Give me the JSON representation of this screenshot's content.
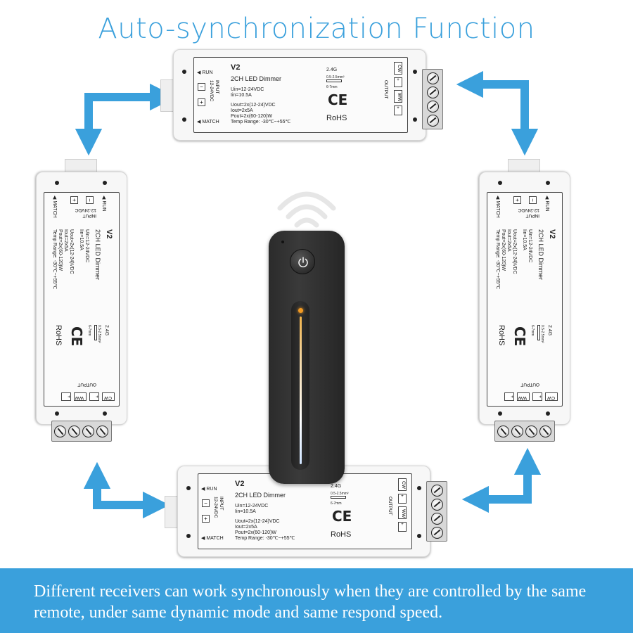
{
  "title": "Auto-synchronization Function",
  "module": {
    "model": "V2",
    "name": "2CH LED Dimmer",
    "uin": "Uin=12-24VDC",
    "iin": "Iin=10.5A",
    "uout": "Uout=2x(12-24)VDC",
    "iout": "Iout=2x5A",
    "pout": "Pout=2x(60-120)W",
    "temp": "Temp Range: -30℃~+55℃",
    "freq": "2.4G",
    "wire_spec": "0.5-2.5mm²",
    "strip_len": "6-7mm",
    "ce": "CE",
    "rohs": "RoHS",
    "run": "RUN",
    "match": "MATCH",
    "input": "INPUT",
    "input_volt": "12-24VDC",
    "output": "OUTPUT",
    "plus": "+",
    "minus": "−",
    "cw": "CW",
    "ww": "WW"
  },
  "remote": {
    "icon": "power-icon",
    "slider_color": "#f29a23"
  },
  "colors": {
    "accent": "#3aa0dc",
    "arrow": "#3aa0dc"
  },
  "footer_text": "Different receivers can work synchronously when they are controlled by the same remote, under same dynamic mode and same respond speed."
}
